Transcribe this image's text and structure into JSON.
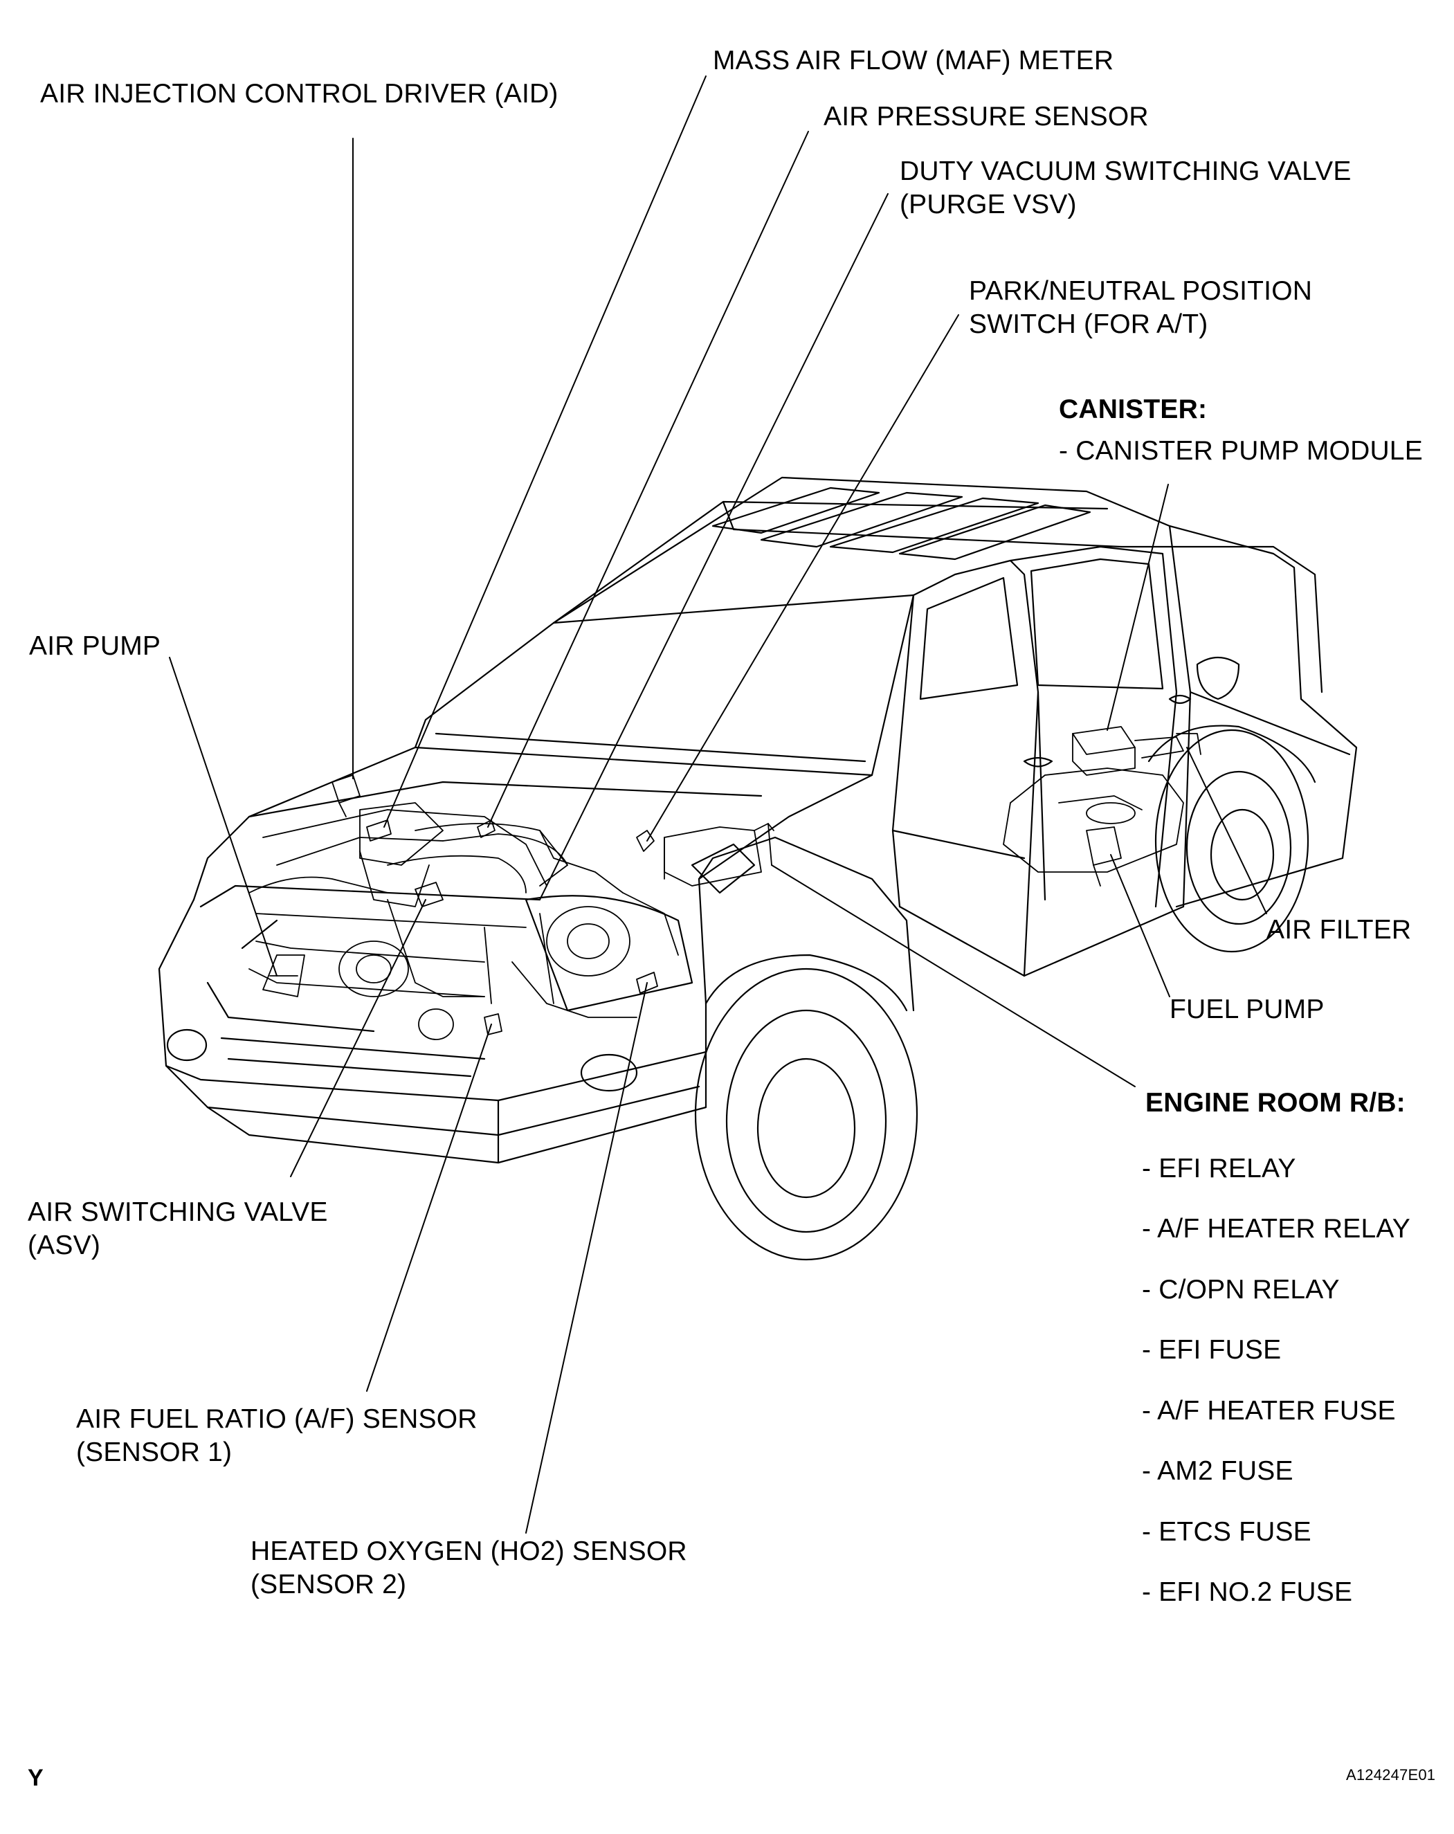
{
  "labels": {
    "aid": "AIR INJECTION CONTROL DRIVER (AID)",
    "maf": "MASS AIR FLOW (MAF) METER",
    "air_pressure": "AIR PRESSURE SENSOR",
    "purge_vsv_1": "DUTY VACUUM SWITCHING VALVE",
    "purge_vsv_2": "(PURGE VSV)",
    "park_neutral_1": "PARK/NEUTRAL POSITION",
    "park_neutral_2": "SWITCH (FOR A/T)",
    "canister_title": "CANISTER:",
    "canister_pump": "- CANISTER PUMP MODULE",
    "air_pump": "AIR PUMP",
    "air_filter": "AIR FILTER",
    "fuel_pump": "FUEL PUMP",
    "engine_room_title": "ENGINE ROOM R/B:",
    "engine_room_items": [
      "- EFI RELAY",
      "- A/F HEATER RELAY",
      "- C/OPN RELAY",
      "- EFI FUSE",
      "- A/F HEATER FUSE",
      "- AM2 FUSE",
      "- ETCS FUSE",
      "- EFI NO.2 FUSE"
    ],
    "asv_1": "AIR SWITCHING VALVE",
    "asv_2": "(ASV)",
    "af_sensor_1": "AIR FUEL RATIO (A/F) SENSOR",
    "af_sensor_2": "(SENSOR 1)",
    "ho2_1": "HEATED OXYGEN (HO2) SENSOR",
    "ho2_2": "(SENSOR 2)"
  },
  "footer": {
    "left_mark": "Y",
    "figure_code": "A124247E01"
  },
  "colors": {
    "ink": "#000000",
    "paper": "#ffffff"
  }
}
